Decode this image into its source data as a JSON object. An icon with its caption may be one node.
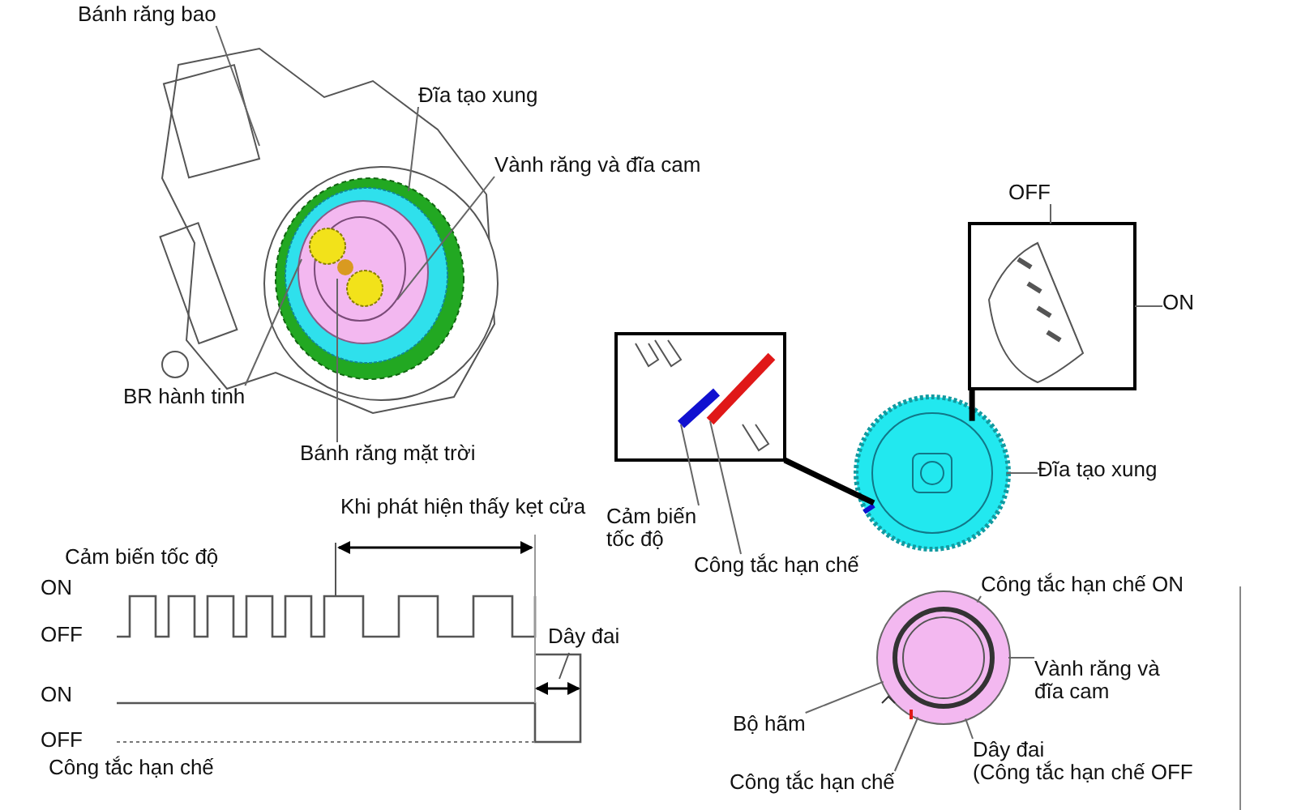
{
  "diagram": {
    "nodes": [
      {
        "text": [
          "Bánh răng bao"
        ]
      },
      {
        "text": [
          "Đĩa tạo xung"
        ]
      },
      {
        "text": [
          "Vành răng và đĩa cam"
        ]
      },
      {
        "text": [
          "BR hành tinh"
        ]
      },
      {
        "text": [
          "Bánh răng mặt trời"
        ]
      },
      {
        "text": [
          "OFF"
        ]
      },
      {
        "text": [
          "ON"
        ]
      },
      {
        "text": [
          "Cảm biến tốc độ"
        ]
      },
      {
        "text": [
          "Công tắc hạn chế"
        ]
      },
      {
        "text": [
          "Đĩa tạo xung"
        ]
      },
      {
        "text": [
          "Công tắc hạn chế ON"
        ]
      },
      {
        "text": [
          "Vành răng và đĩa cam"
        ]
      },
      {
        "text": [
          "Bộ hãm"
        ]
      },
      {
        "text": [
          "Công tắc hạn chế"
        ]
      },
      {
        "text": [
          "Dây đai",
          "(Công tắc hạn chế OFF"
        ]
      },
      {
        "text": [],
        "shape": "box"
      },
      {
        "text": [],
        "shape": "bar",
        "in": 15
      },
      {
        "text": [],
        "shape": "bar",
        "in": 15
      },
      {
        "text": [],
        "shape": "box"
      },
      {
        "text": [],
        "shape": "picture"
      },
      {
        "text": [],
        "shape": "picture"
      }
    ],
    "edges": [
      {
        "from": 0,
        "to": null,
        "arrow": "none"
      },
      {
        "from": 1,
        "to": null,
        "arrow": "none"
      },
      {
        "from": 2,
        "to": null,
        "arrow": "none"
      },
      {
        "from": 3,
        "to": null,
        "arrow": "none"
      },
      {
        "from": 4,
        "to": null,
        "arrow": "none"
      },
      {
        "from": 5,
        "to": 18,
        "arrow": "none"
      },
      {
        "from": 6,
        "to": 18,
        "arrow": "none"
      },
      {
        "from": 7,
        "to": 16,
        "arrow": "none"
      },
      {
        "from": 8,
        "to": 17,
        "arrow": "none"
      },
      {
        "from": 9,
        "to": 19,
        "arrow": "none"
      },
      {
        "from": 10,
        "to": 20,
        "arrow": "none"
      },
      {
        "from": 11,
        "to": 20,
        "arrow": "none"
      },
      {
        "from": 12,
        "to": 20,
        "arrow": "none"
      },
      {
        "from": 13,
        "to": 20,
        "arrow": "none"
      },
      {
        "from": 14,
        "to": 20,
        "arrow": "none"
      },
      {
        "from": 15,
        "to": 19,
        "arrow": "none",
        "style": "thick",
        "color": "#000000"
      },
      {
        "from": 18,
        "to": 19,
        "arrow": "none",
        "style": "thick",
        "color": "#000000"
      }
    ],
    "labels": [
      "Khi phát hiện thấy kẹt cửa",
      "Cảm biến tốc độ",
      "ON",
      "OFF",
      "ON",
      "OFF",
      "Công tắc hạn chế",
      "Dây đai"
    ]
  }
}
